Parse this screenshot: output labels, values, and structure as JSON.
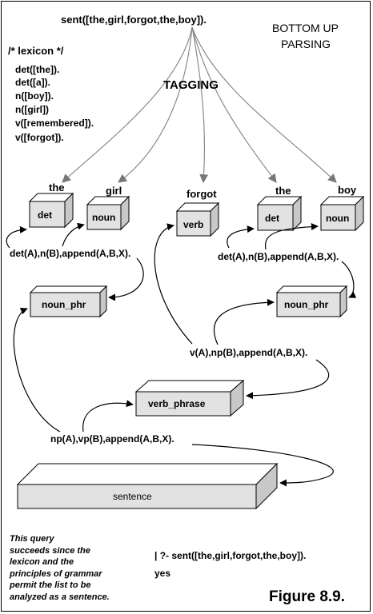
{
  "query": "sent([the,girl,forgot,the,boy]).",
  "heading": [
    "BOTTOM UP",
    "PARSING"
  ],
  "lexicon": {
    "comment": "/* lexicon */",
    "entries": [
      "det([the]).",
      "det([a]).",
      "n([boy]).",
      "n([girl])",
      "v([remembered]).",
      "v([forgot])."
    ]
  },
  "tagging_label": "TAGGING",
  "words": [
    "the",
    "girl",
    "forgot",
    "the",
    "boy"
  ],
  "tags": [
    "det",
    "noun",
    "verb",
    "det",
    "noun"
  ],
  "rules": {
    "np_left": "det(A),n(B),append(A,B,X).",
    "np_right": "det(A),n(B),append(A,B,X).",
    "vp": "v(A),np(B),append(A,B,X).",
    "s": "np(A),vp(B),append(A,B,X)."
  },
  "phrases": {
    "noun_phr_left": "noun_phr",
    "noun_phr_right": "noun_phr",
    "verb_phrase": "verb_phrase",
    "sentence": "sentence"
  },
  "note": [
    "This query",
    "succeeds since the",
    "lexicon and the",
    "principles of grammar",
    "permit the list to be",
    "analyzed as a sentence."
  ],
  "result": [
    "| ?- sent([the,girl,forgot,the,boy]).",
    "yes"
  ],
  "figure_label": "Figure 8.9."
}
